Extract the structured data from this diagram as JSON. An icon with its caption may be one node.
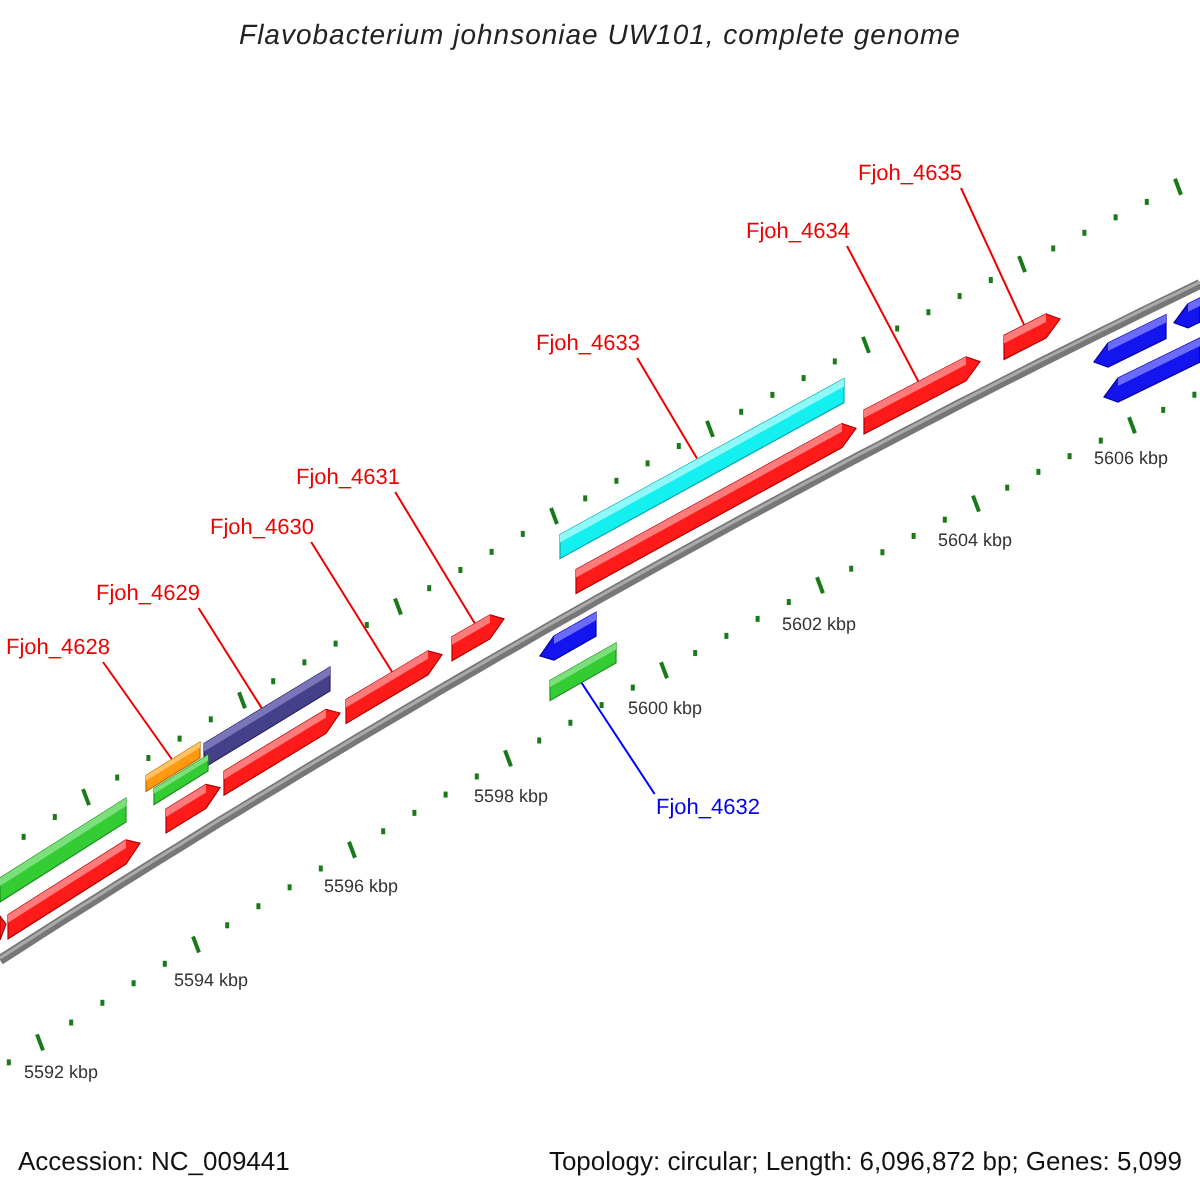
{
  "diagram": {
    "title": "Flavobacterium johnsoniae UW101, complete genome",
    "nodes": [
      {
        "text": [
          "Fjoh_4628"
        ]
      },
      {
        "text": [
          "Fjoh_4629"
        ]
      },
      {
        "text": [
          "Fjoh_4630"
        ]
      },
      {
        "text": [
          "Fjoh_4631"
        ]
      },
      {
        "text": [
          "Fjoh_4632"
        ]
      },
      {
        "text": [
          "Fjoh_4633"
        ]
      },
      {
        "text": [
          "Fjoh_4634"
        ]
      },
      {
        "text": [
          "Fjoh_4635"
        ]
      },
      {
        "text": [],
        "shape": "bar"
      },
      {
        "text": [],
        "shape": "bar"
      },
      {
        "text": [],
        "shape": "bar"
      },
      {
        "text": [],
        "shape": "bar"
      },
      {
        "text": [],
        "shape": "bar"
      },
      {
        "text": [],
        "shape": "bar"
      },
      {
        "text": [],
        "shape": "bar"
      },
      {
        "text": [],
        "shape": "bar"
      },
      {
        "text": [],
        "shape": "bar"
      },
      {
        "text": [],
        "shape": "bar"
      },
      {
        "text": [],
        "shape": "bar"
      },
      {
        "text": [],
        "shape": "bar"
      },
      {
        "text": [],
        "shape": "bar"
      },
      {
        "text": [],
        "shape": "bar"
      },
      {
        "text": [],
        "shape": "bar"
      },
      {
        "text": [],
        "shape": "bar"
      },
      {
        "text": [],
        "shape": "bar"
      },
      {
        "text": [],
        "shape": "bar"
      },
      {
        "text": [],
        "shape": "bar"
      }
    ],
    "edges": [
      {
        "from": 0,
        "to": 8,
        "arrow": "none"
      },
      {
        "from": 1,
        "to": 9,
        "arrow": "none"
      },
      {
        "from": 2,
        "to": 10,
        "arrow": "none"
      },
      {
        "from": 3,
        "to": 11,
        "arrow": "none"
      },
      {
        "from": 4,
        "to": 12,
        "arrow": "none",
        "color": "#0000ff"
      },
      {
        "from": 5,
        "to": 13,
        "arrow": "none"
      },
      {
        "from": 6,
        "to": 14,
        "arrow": "none"
      },
      {
        "from": 7,
        "to": 15,
        "arrow": "none"
      }
    ],
    "labels": [
      "5606 kbp",
      "5604 kbp",
      "5602 kbp",
      "5600 kbp",
      "5598 kbp",
      "5596 kbp",
      "5594 kbp",
      "5592 kbp",
      "Accession: NC_009441",
      "Topology: circular; Length: 6,096,872 bp; Genes: 5,099"
    ]
  }
}
